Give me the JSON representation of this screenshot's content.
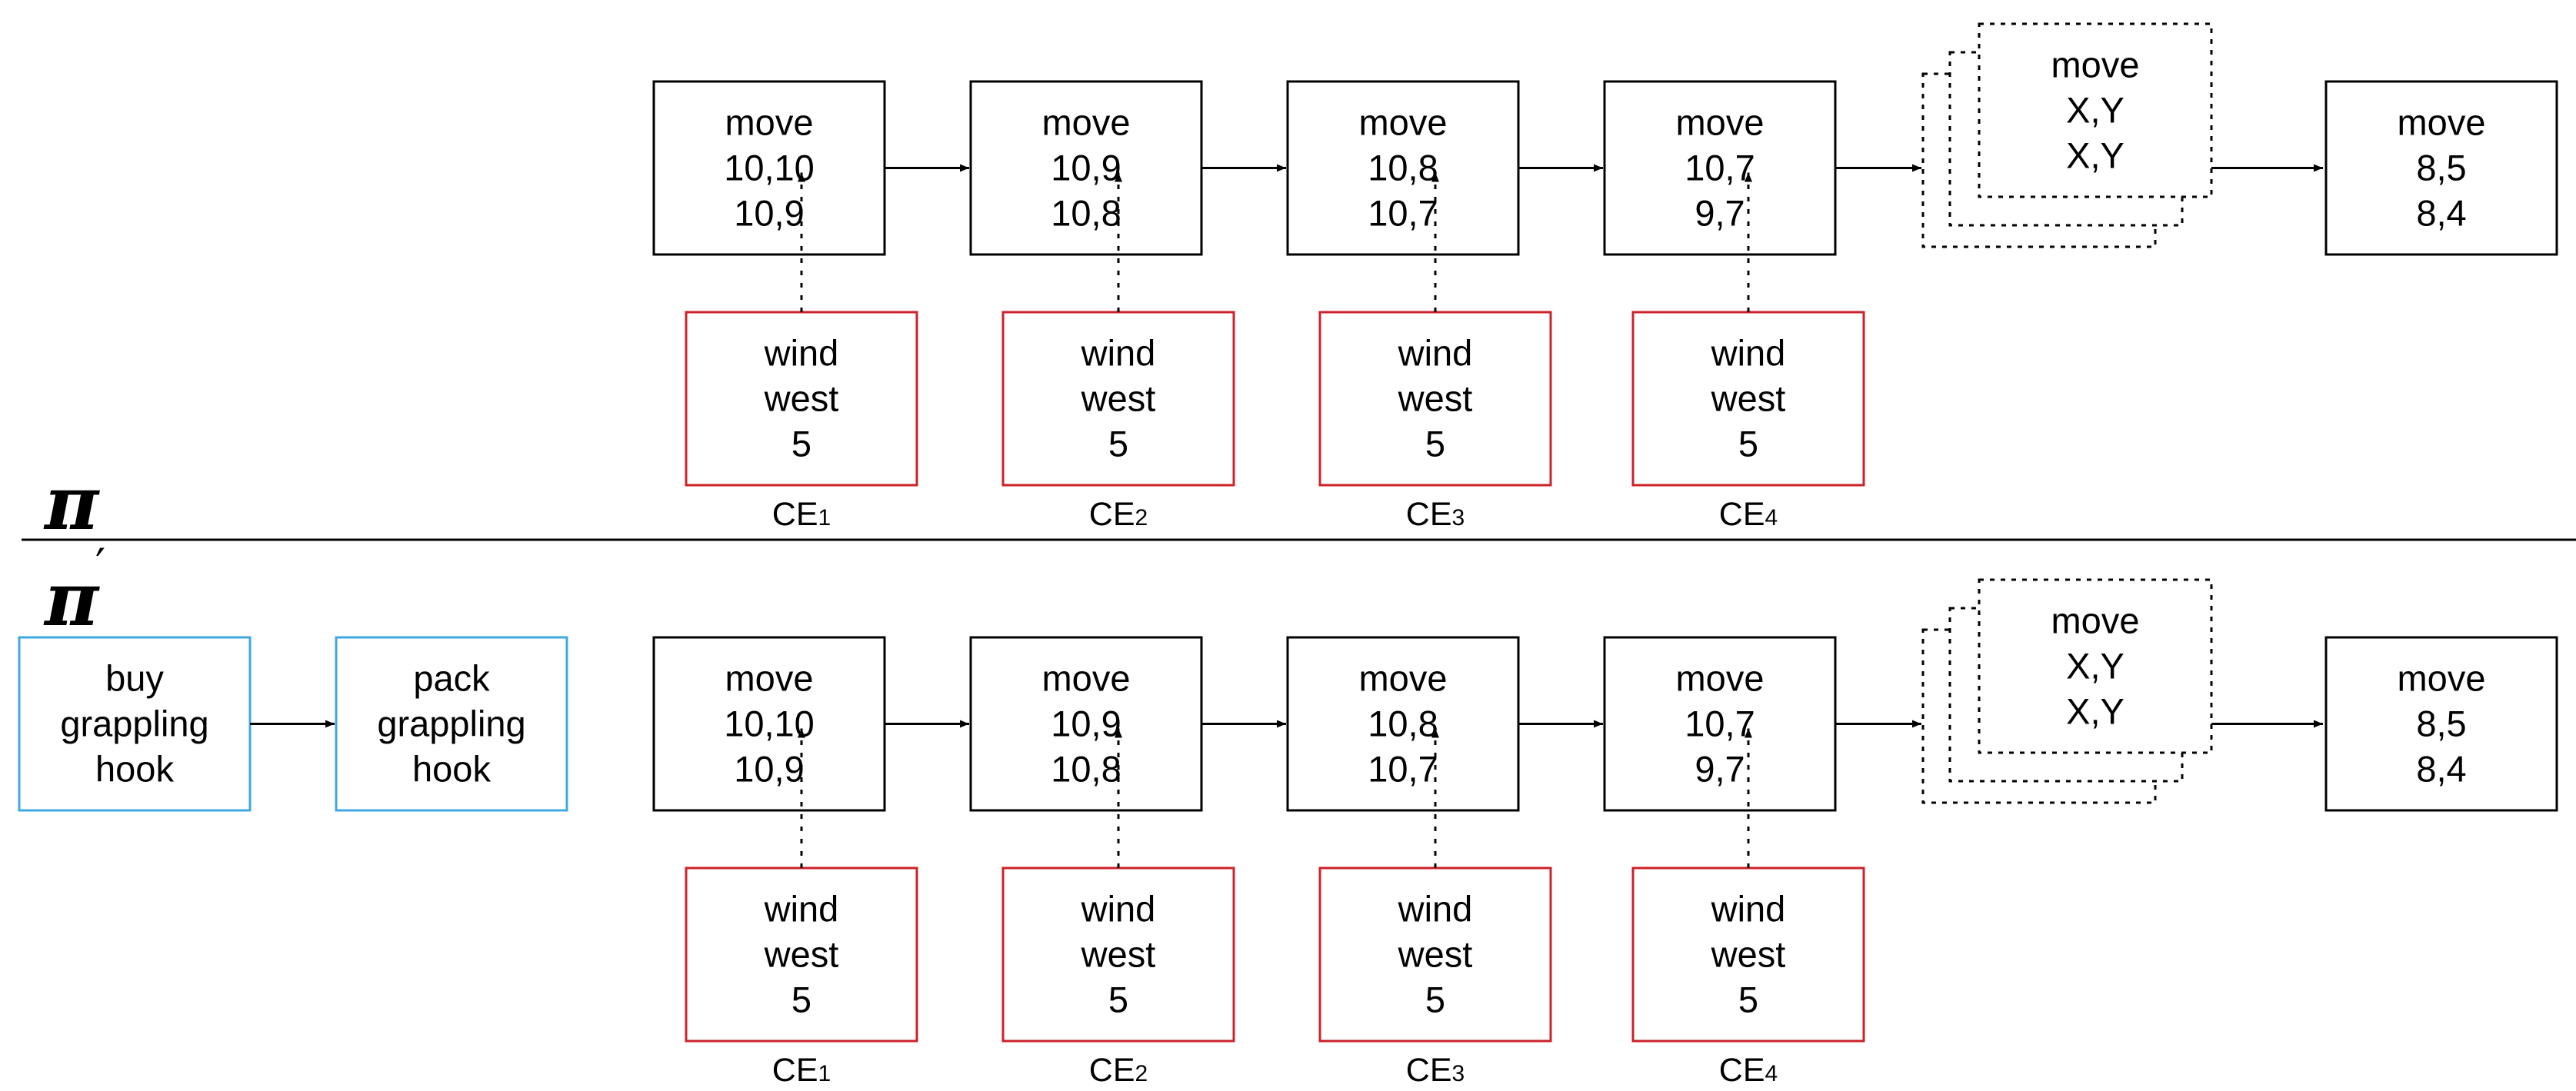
{
  "colors": {
    "stroke": "#000000",
    "ce": "#cc2229",
    "prep": "#3fa8e0",
    "background": "#ffffff"
  },
  "policies": [
    {
      "symbol": "π",
      "prime": "",
      "prep_actions": [],
      "moves": [
        [
          "move",
          "10,10",
          "10,9"
        ],
        [
          "move",
          "10,9",
          "10,8"
        ],
        [
          "move",
          "10,8",
          "10,7"
        ],
        [
          "move",
          "10,7",
          "9,7"
        ]
      ],
      "generic_move": [
        "move",
        "X,Y",
        "X,Y"
      ],
      "final_move": [
        "move",
        "8,5",
        "8,4"
      ],
      "ce_events": [
        {
          "lines": [
            "wind",
            "west",
            "5"
          ],
          "label": "CE",
          "sub": "1"
        },
        {
          "lines": [
            "wind",
            "west",
            "5"
          ],
          "label": "CE",
          "sub": "2"
        },
        {
          "lines": [
            "wind",
            "west",
            "5"
          ],
          "label": "CE",
          "sub": "3"
        },
        {
          "lines": [
            "wind",
            "west",
            "5"
          ],
          "label": "CE",
          "sub": "4"
        }
      ]
    },
    {
      "symbol": "π",
      "prime": "′",
      "prep_actions": [
        [
          "buy",
          "grappling",
          "hook"
        ],
        [
          "pack",
          "grappling",
          "hook"
        ]
      ],
      "moves": [
        [
          "move",
          "10,10",
          "10,9"
        ],
        [
          "move",
          "10,9",
          "10,8"
        ],
        [
          "move",
          "10,8",
          "10,7"
        ],
        [
          "move",
          "10,7",
          "9,7"
        ]
      ],
      "generic_move": [
        "move",
        "X,Y",
        "X,Y"
      ],
      "final_move": [
        "move",
        "8,5",
        "8,4"
      ],
      "ce_events": [
        {
          "lines": [
            "wind",
            "west",
            "5"
          ],
          "label": "CE",
          "sub": "1"
        },
        {
          "lines": [
            "wind",
            "west",
            "5"
          ],
          "label": "CE",
          "sub": "2"
        },
        {
          "lines": [
            "wind",
            "west",
            "5"
          ],
          "label": "CE",
          "sub": "3"
        },
        {
          "lines": [
            "wind",
            "west",
            "5"
          ],
          "label": "CE",
          "sub": "4"
        }
      ]
    }
  ]
}
